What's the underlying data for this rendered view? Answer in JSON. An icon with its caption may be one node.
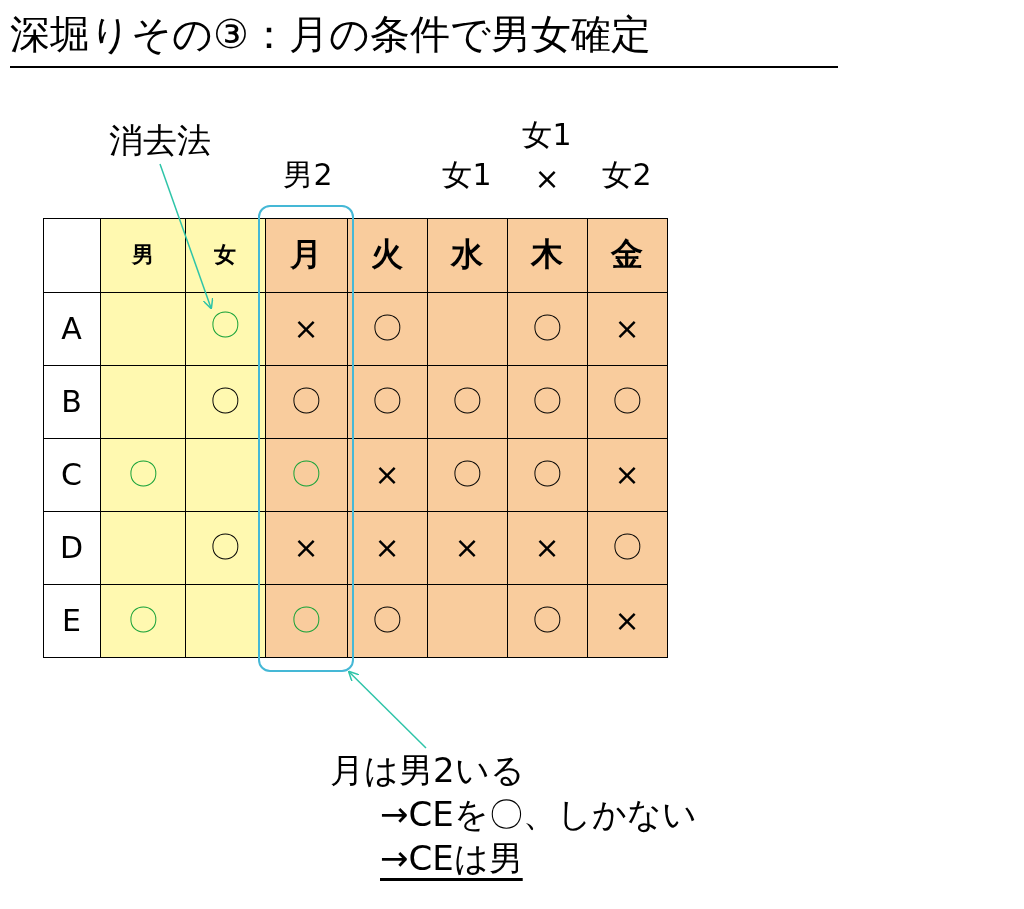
{
  "diagram": {
    "title": "深堀りその③：月の条件で男女確定",
    "nodes": [
      {
        "text": [
          "消去法"
        ]
      },
      {
        "text": [
          "〇"
        ]
      },
      {
        "text": [],
        "shape": "box"
      },
      {
        "text": [
          "月は男2いる",
          "→CEを〇、しかない",
          "→CEは男"
        ]
      }
    ],
    "edges": [
      {
        "from": 0,
        "to": 1,
        "arrow": "to"
      },
      {
        "from": 3,
        "to": 2,
        "arrow": "to"
      }
    ],
    "labels": [
      "女1",
      "男2",
      "女1",
      "×",
      "女2",
      "男",
      "女",
      "月",
      "火",
      "水",
      "木",
      "金",
      "A",
      "×",
      "〇",
      "〇",
      "×",
      "B",
      "〇",
      "〇",
      "〇",
      "〇",
      "〇",
      "〇",
      "C",
      "〇",
      "〇",
      "×",
      "〇",
      "〇",
      "×",
      "D",
      "〇",
      "×",
      "×",
      "×",
      "×",
      "〇",
      "E",
      "〇",
      "〇",
      "〇",
      "〇",
      "×"
    ]
  }
}
